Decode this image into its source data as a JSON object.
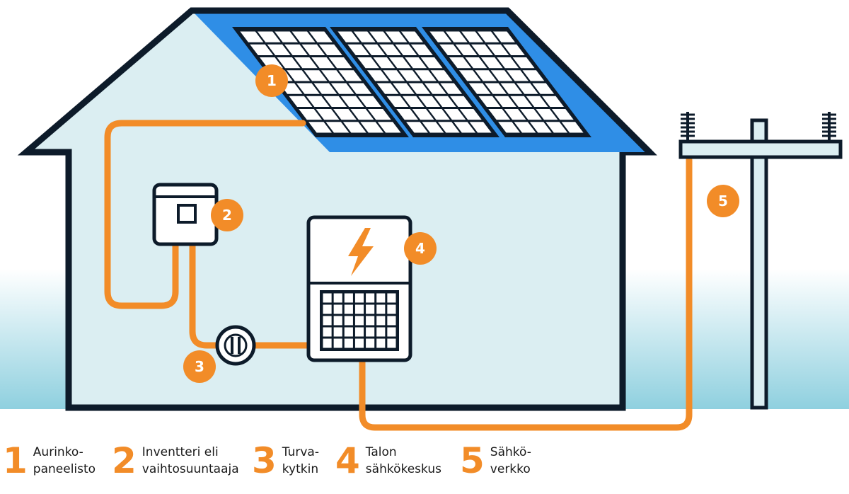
{
  "colors": {
    "house_fill": "#dbeef2",
    "outline": "#0d1b2a",
    "roof_blue": "#2f8ee6",
    "cable_orange": "#f28c28",
    "ground_cyan": "#bfe3ec"
  },
  "components": [
    {
      "number": "1",
      "label": "Aurinko-\npaneelisto"
    },
    {
      "number": "2",
      "label": "Inventteri eli\nvaihtosuuntaaja"
    },
    {
      "number": "3",
      "label": "Turva-\nkytkin"
    },
    {
      "number": "4",
      "label": "Talon\nsähkökeskus"
    },
    {
      "number": "5",
      "label": "Sähkö-\nverkko"
    }
  ],
  "icons": {
    "solar_panels": "solar-panel-icon",
    "inverter": "inverter-icon",
    "safety_switch": "safety-switch-icon",
    "switchboard": "lightning-bolt-icon",
    "utility_pole": "utility-pole-icon"
  }
}
